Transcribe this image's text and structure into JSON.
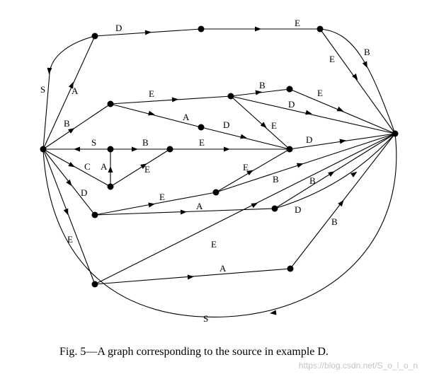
{
  "caption": "Fig. 5—A graph corresponding to the source in example D.",
  "watermark": "https://blog.csdn.net/S_o_l_o_n",
  "edge_labels": {
    "a_d_top": "D",
    "d_e_top": "E",
    "e_f_top": "E",
    "e_f_top_b": "B",
    "s_a": "A",
    "s_loop": "S",
    "s_b": "B",
    "b_g": "E",
    "g_h": "B",
    "h_f": "E",
    "b_i": "A",
    "i_n": "D",
    "g_n": "E",
    "g_n_d": "D",
    "s_c": "S",
    "c_j": "B",
    "j_n": "E",
    "n_f": "D",
    "s_k": "C",
    "c_k": "A",
    "k_j": "E",
    "s_l": "D",
    "l_m": "E",
    "m_n": "E",
    "m_f": "B",
    "l_o": "A",
    "o_f_b": "B",
    "o_f_d": "D",
    "s_p": "E",
    "p_f": "E",
    "p_q": "A",
    "q_f": "B",
    "s_bottom": "S"
  }
}
